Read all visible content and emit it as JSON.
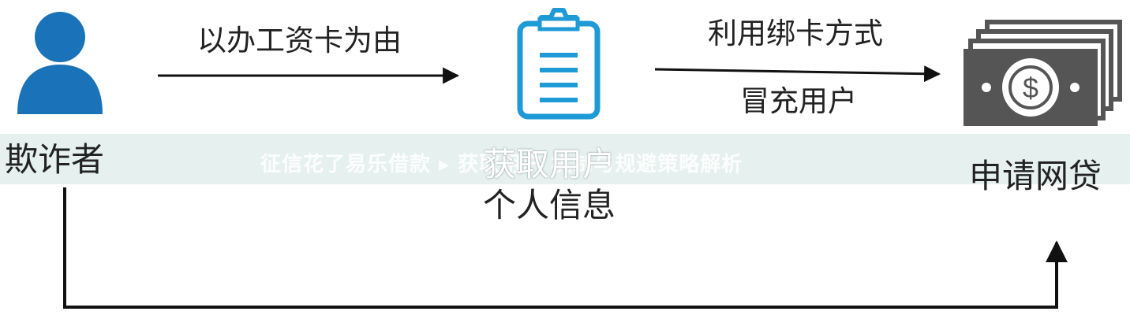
{
  "nodes": {
    "fraudster": {
      "label": "欺诈者",
      "icon": "person-icon",
      "color": "#1a73b8"
    },
    "personal_info": {
      "label_line1": "获取用户",
      "label_line2": "个人信息",
      "icon": "clipboard-icon",
      "color": "#1e9ad6"
    },
    "online_loan": {
      "label": "申请网贷",
      "icon": "money-stack-icon",
      "color": "#555555"
    }
  },
  "edges": {
    "pretext": {
      "label": "以办工资卡为由"
    },
    "bind_card": {
      "label_line1": "利用绑卡方式",
      "label_line2": "冒充用户"
    },
    "return": {
      "label": ""
    }
  },
  "watermark": {
    "text": "征信花了易乐借款 ▸ 获取用户 机制与规避策略解析",
    "center_text": "获取用户"
  },
  "colors": {
    "arrow": "#111111",
    "banner": "#e1eeec"
  }
}
